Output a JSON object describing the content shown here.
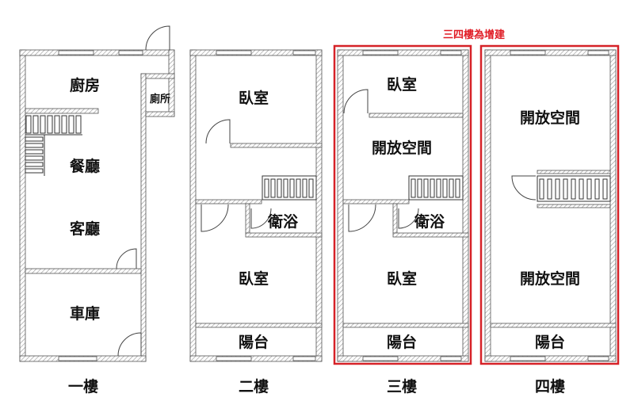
{
  "note": "三四樓為增建",
  "colors": {
    "wall": "#555555",
    "hatch": "#999999",
    "highlight": "#d62228",
    "text": "#111111"
  },
  "floors": [
    {
      "label": "一樓",
      "rooms": {
        "kitchen": "廚房",
        "toilet": "廁所",
        "dining": "餐廳",
        "living": "客廳",
        "garage": "車庫"
      }
    },
    {
      "label": "二樓",
      "rooms": {
        "bedroom_front": "臥室",
        "bath": "衛浴",
        "bedroom_back": "臥室",
        "balcony": "陽台"
      }
    },
    {
      "label": "三樓",
      "rooms": {
        "bedroom_front": "臥室",
        "open_space": "開放空間",
        "bath": "衛浴",
        "bedroom_back": "臥室",
        "balcony": "陽台"
      }
    },
    {
      "label": "四樓",
      "rooms": {
        "open_front": "開放空間",
        "open_back": "開放空間",
        "balcony": "陽台"
      }
    }
  ]
}
